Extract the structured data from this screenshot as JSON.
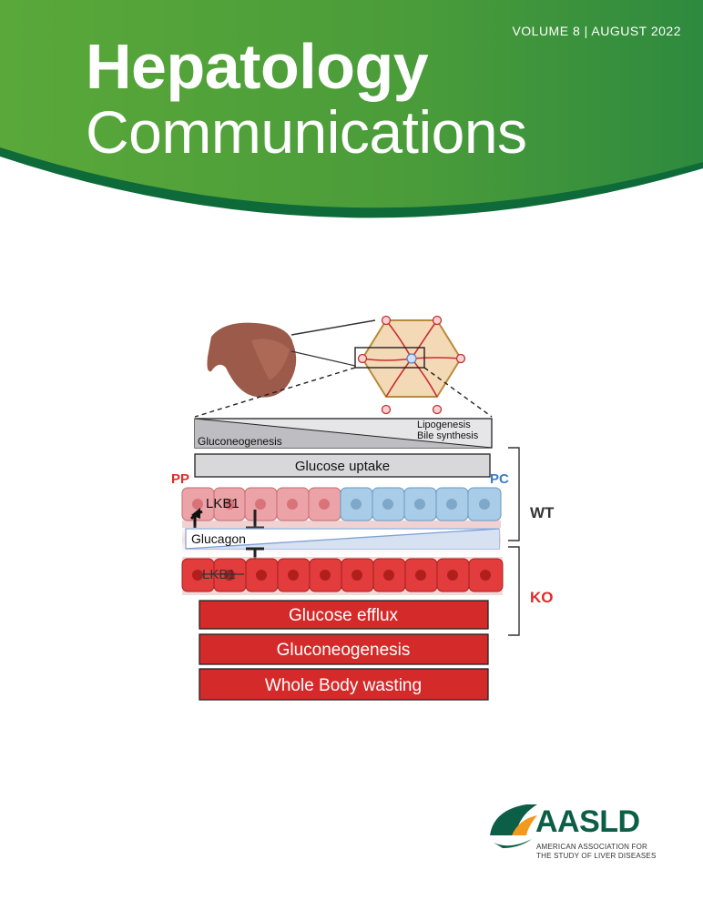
{
  "journal": {
    "issue": "VOLUME 8 | AUGUST 2022",
    "title_line1": "Hepatology",
    "title_line2": "Communications",
    "colors": {
      "header_green_light": "#5aaa3a",
      "header_green_dark": "#2a7f3c"
    }
  },
  "figure": {
    "lipogenesis": "Lipogenesis",
    "bile_synthesis": "Bile synthesis",
    "gluconeogenesis_top": "Gluconeogenesis",
    "glucose_uptake": "Glucose uptake",
    "pp_label": "PP",
    "pc_label": "PC",
    "lkb1_wt": "LKB1",
    "glucagon": "Glucagon",
    "lkb1_ko": "LKB1",
    "wt_label": "WT",
    "ko_label": "KO",
    "outcomes": [
      "Glucose efflux",
      "Gluconeogenesis",
      "Whole Body wasting"
    ],
    "colors": {
      "pp_cell": "#e8a3a6",
      "pc_cell": "#a8cde6",
      "ko_cell": "#e23b3b",
      "outcome_box": "#d42a2a",
      "pp_text": "#e02a2a",
      "pc_text": "#3b7dc4"
    }
  },
  "publisher": {
    "name": "AASLD",
    "subtitle_line1": "AMERICAN ASSOCIATION FOR",
    "subtitle_line2": "THE STUDY OF LIVER DISEASES"
  }
}
